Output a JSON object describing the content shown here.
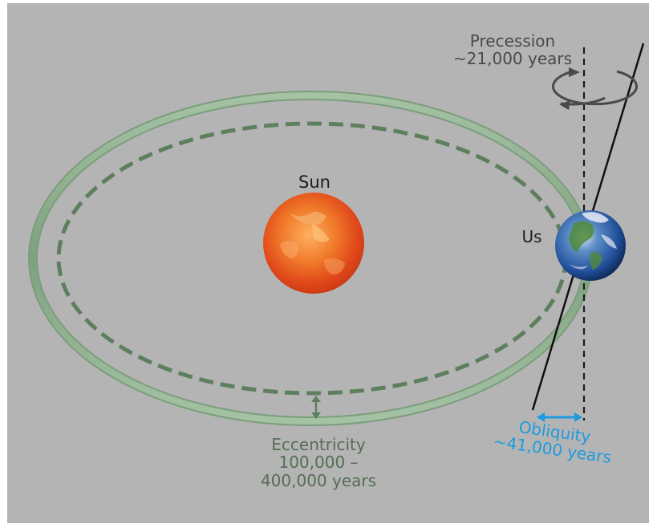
{
  "labels": {
    "sun": "Sun",
    "earth": "Us",
    "precession": {
      "line1": "Precession",
      "line2": "~21,000 years"
    },
    "eccentricity": {
      "line1": "Eccentricity",
      "line2": "100,000 –",
      "line3": "400,000 years"
    },
    "obliquity": {
      "line1": "Obliquity",
      "line2": "~41,000 years"
    }
  },
  "colors": {
    "background": "#b4b4b4",
    "orbit_band": "#8aa98a",
    "orbit_dashed": "#5e7f5e",
    "sun": "#e8501a",
    "earth_ocean": "#2a5db0",
    "obliquity_text": "#1d9be0",
    "eccentricity_text": "#556e55",
    "precession_text": "#4a4a4a"
  },
  "icons": {
    "sun": "sun-icon",
    "earth": "earth-icon",
    "precession_arrow": "rotation-arrow-icon",
    "eccentricity_arrow": "double-arrow-vertical-icon",
    "obliquity_arrow": "double-arrow-horizontal-icon"
  }
}
